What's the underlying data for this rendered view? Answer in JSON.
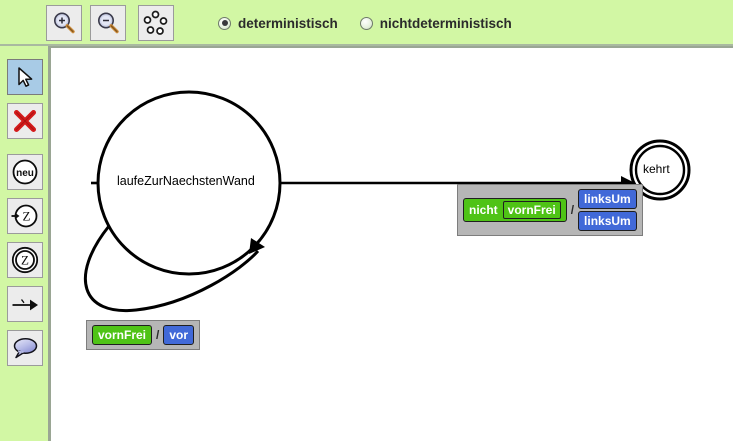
{
  "toolbar": {
    "buttons": [
      {
        "name": "zoom-in-icon",
        "label": "Zoom In"
      },
      {
        "name": "zoom-out-icon",
        "label": "Zoom Out"
      },
      {
        "name": "layout-dice-icon",
        "label": "Layout"
      }
    ],
    "radios": [
      {
        "label": "deterministisch",
        "checked": true
      },
      {
        "label": "nichtdeterministisch",
        "checked": false
      }
    ]
  },
  "palette": {
    "tools": [
      {
        "name": "pointer-tool",
        "label": "Auswahl",
        "selected": true
      },
      {
        "name": "delete-tool",
        "label": "Loeschen",
        "selected": false
      },
      {
        "name": "new-state-tool",
        "label": "neu",
        "selected": false
      },
      {
        "name": "start-state-tool",
        "label": "Z",
        "selected": false
      },
      {
        "name": "final-state-tool",
        "label": "Z",
        "selected": false
      },
      {
        "name": "transition-tool",
        "label": "Uebergang",
        "selected": false
      },
      {
        "name": "comment-tool",
        "label": "Kommentar",
        "selected": false
      }
    ]
  },
  "canvas": {
    "states": [
      {
        "id": "s1",
        "label": "laufeZurNaechstenWand",
        "type": "normal"
      },
      {
        "id": "s2",
        "label": "kehrt",
        "type": "final"
      }
    ],
    "transitions": [
      {
        "id": "t-loop",
        "from": "s1",
        "to": "s1",
        "condition": {
          "negated": false,
          "text": "vornFrei"
        },
        "actions": [
          "vor"
        ],
        "separator": "/"
      },
      {
        "id": "t-main",
        "from": "s1",
        "to": "s2",
        "condition": {
          "negated": true,
          "negation_text": "nicht",
          "text": "vornFrei"
        },
        "actions": [
          "linksUm",
          "linksUm"
        ],
        "separator": "/"
      }
    ]
  },
  "colors": {
    "toolbar_bg": "#d2f7a4",
    "condition_green": "#4fc316",
    "action_blue": "#4169d8",
    "label_panel_gray": "#b6b6b6",
    "selected_tool_blue": "#a8cbe6",
    "canvas_bg": "#ffffff"
  }
}
